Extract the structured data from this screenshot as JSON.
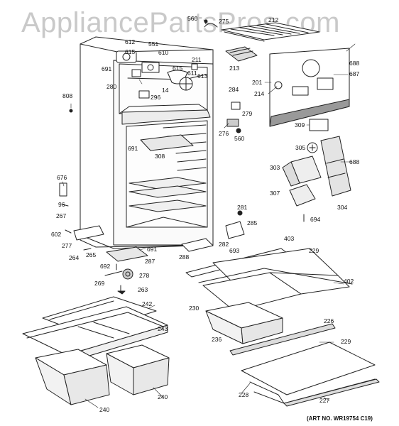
{
  "watermark": "AppliancePartsPros.com",
  "art_number": "(ART NO. WR19754 C19)",
  "callouts": {
    "p560a": "560",
    "p275": "275",
    "p212": "212",
    "p688a": "688",
    "p213": "213",
    "p612": "612",
    "p551": "551",
    "p615": "615",
    "p610": "610",
    "p691a": "691",
    "p211": "211",
    "p615b": "615",
    "p611": "611",
    "p613": "613",
    "p280": "280",
    "p14": "14",
    "p296": "296",
    "p201": "201",
    "p687": "687",
    "p214": "214",
    "p284": "284",
    "p279": "279",
    "p276": "276",
    "p560b": "560",
    "p808": "808",
    "p691b": "691",
    "p308": "308",
    "p309": "309",
    "p305": "305",
    "p688b": "688",
    "p303": "303",
    "p307": "307",
    "p304": "304",
    "p694": "694",
    "p676": "676",
    "p96": "96",
    "p267": "267",
    "p602": "602",
    "p277": "277",
    "p264": "264",
    "p265": "265",
    "p691c": "691",
    "p287": "287",
    "p692": "692",
    "p278": "278",
    "p269": "269",
    "p263": "263",
    "p288": "288",
    "p281": "281",
    "p285": "285",
    "p282": "282",
    "p693": "693",
    "p403": "403",
    "p229a": "229",
    "p402": "402",
    "p230": "230",
    "p236": "236",
    "p226": "226",
    "p229b": "229",
    "p242": "242",
    "p243": "243",
    "p240a": "240",
    "p240b": "240",
    "p228": "228",
    "p227": "227"
  }
}
